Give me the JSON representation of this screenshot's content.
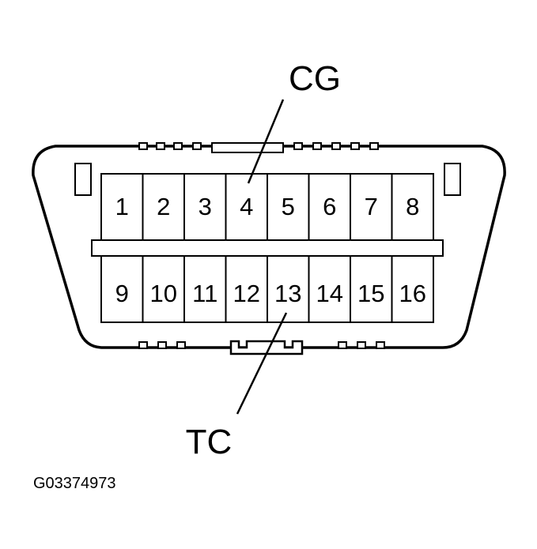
{
  "connector": {
    "top_row_pins": [
      "1",
      "2",
      "3",
      "4",
      "5",
      "6",
      "7",
      "8"
    ],
    "bottom_row_pins": [
      "9",
      "10",
      "11",
      "12",
      "13",
      "14",
      "15",
      "16"
    ]
  },
  "callouts": {
    "cg": {
      "label": "CG",
      "pin": "4"
    },
    "tc": {
      "label": "TC",
      "pin": "13"
    }
  },
  "figure_code": "G03374973",
  "colors": {
    "line": "#000000",
    "background": "#ffffff"
  }
}
